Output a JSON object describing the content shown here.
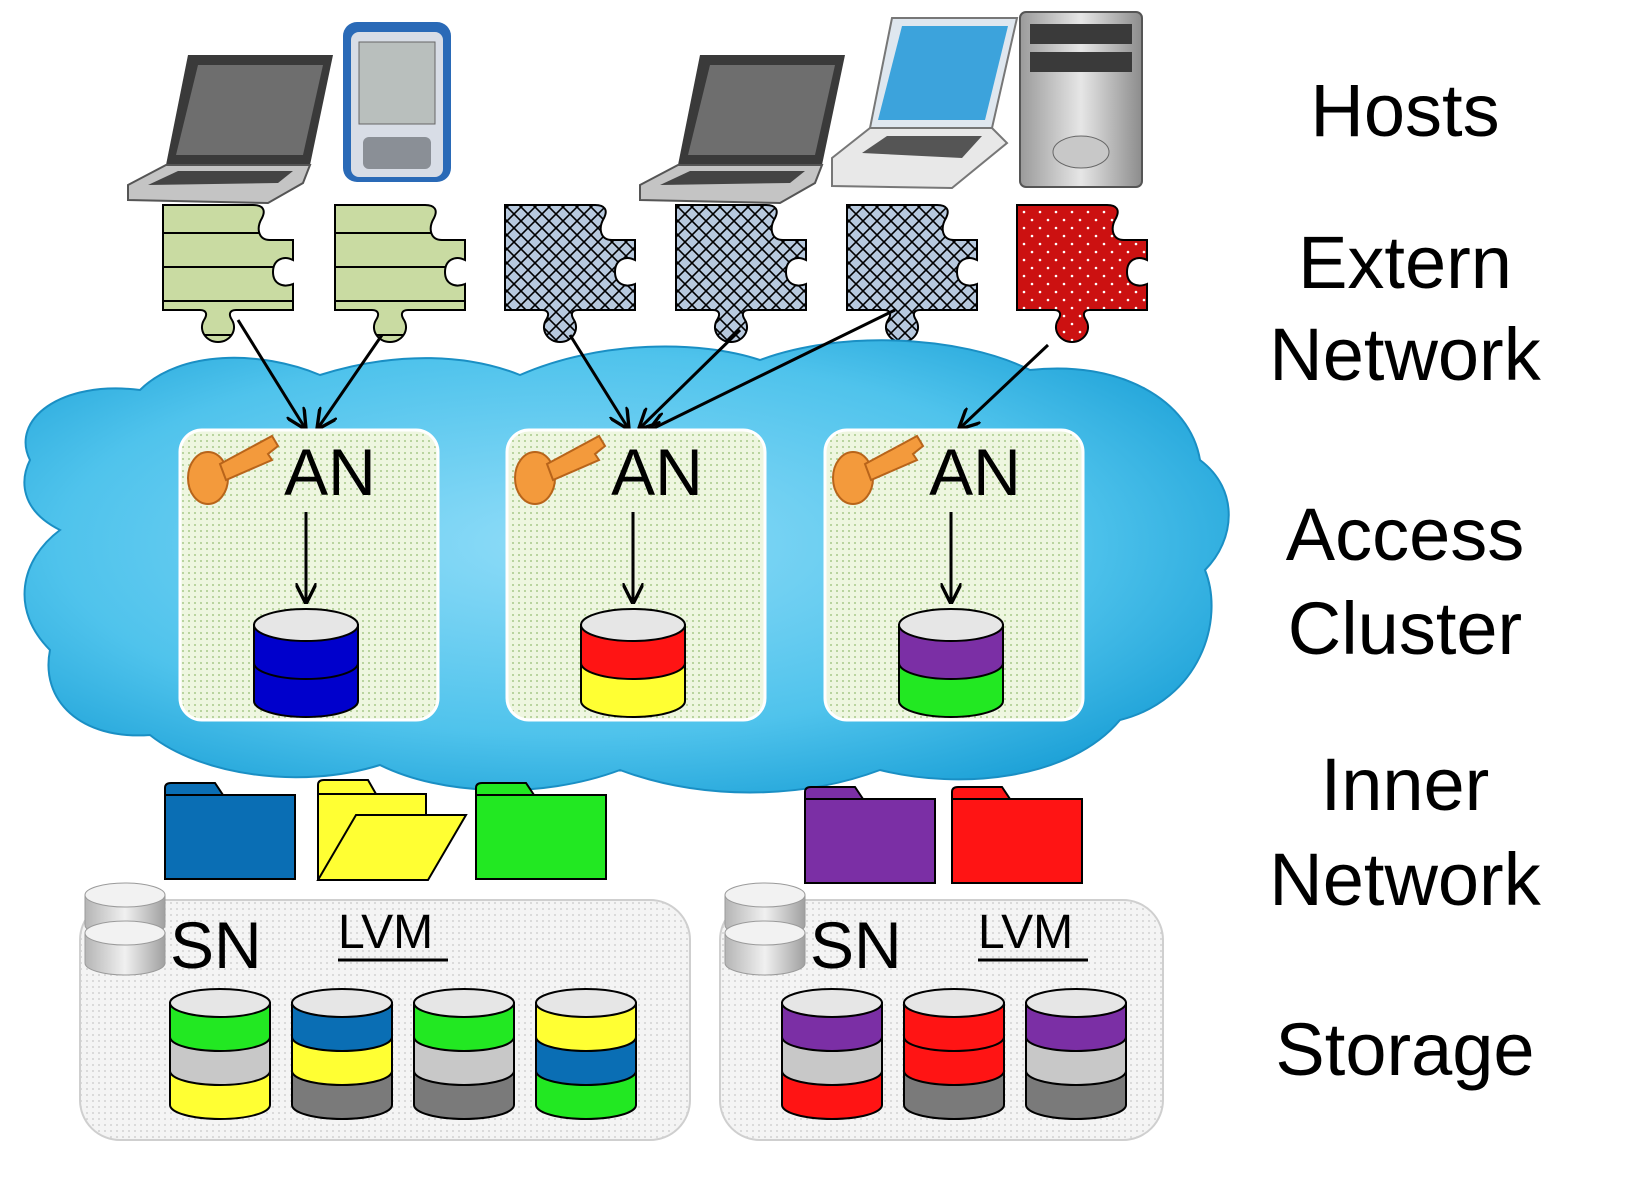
{
  "layers": {
    "hosts": "Hosts",
    "extern_line1": "Extern",
    "extern_line2": "Network",
    "access_line1": "Access",
    "access_line2": "Cluster",
    "inner_line1": "Inner",
    "inner_line2": "Network",
    "storage": "Storage"
  },
  "access_nodes": [
    {
      "label": "AN",
      "volume_colors": [
        "#0000cc",
        "#0000cc"
      ]
    },
    {
      "label": "AN",
      "volume_colors": [
        "#ff1414",
        "#ffff33"
      ]
    },
    {
      "label": "AN",
      "volume_colors": [
        "#7b2fa5",
        "#22e822"
      ]
    }
  ],
  "storage_nodes": [
    {
      "label": "SN",
      "lvm_label": "LVM",
      "volumes": [
        [
          "#22e822",
          "#c8c8c8",
          "#ffff33"
        ],
        [
          "#0a6eb4",
          "#ffff33",
          "#7a7a7a"
        ],
        [
          "#22e822",
          "#c8c8c8",
          "#7a7a7a"
        ],
        [
          "#ffff33",
          "#0a6eb4",
          "#22e822"
        ]
      ]
    },
    {
      "label": "SN",
      "lvm_label": "LVM",
      "volumes": [
        [
          "#7b2fa5",
          "#c8c8c8",
          "#ff1414"
        ],
        [
          "#ff1414",
          "#ff1414",
          "#7a7a7a"
        ],
        [
          "#7b2fa5",
          "#c8c8c8",
          "#7a7a7a"
        ]
      ]
    }
  ],
  "colors": {
    "cloud": "#4fc3ec",
    "puzzle_striped": "#c9dba2",
    "puzzle_mesh": "#b7c9de",
    "puzzle_dotted": "#cc1111",
    "folders": [
      "#0a6eb4",
      "#ffff33",
      "#22e822",
      "#7b2fa5",
      "#ff1414"
    ]
  },
  "icons": [
    "laptop-icon",
    "pda-icon",
    "server-tower-icon",
    "puzzle-piece-icon",
    "key-icon",
    "folder-icon",
    "disk-stack-icon"
  ]
}
